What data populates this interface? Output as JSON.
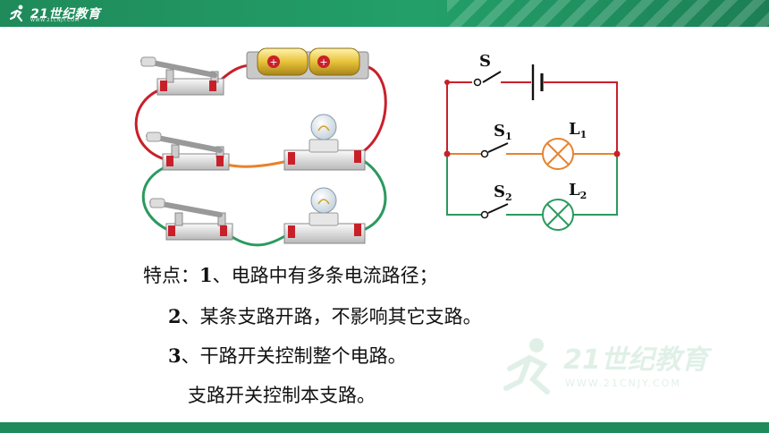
{
  "header": {
    "brand": "21世纪教育",
    "brand_sub": "WWW.21CNJY.COM"
  },
  "schematic": {
    "S": "S",
    "S1": "S",
    "S1_sub": "1",
    "S2": "S",
    "S2_sub": "2",
    "L1": "L",
    "L1_sub": "1",
    "L2": "L",
    "L2_sub": "2"
  },
  "features": {
    "line1_prefix": "特点：",
    "line1_num": "1",
    "line1_text": "、电路中有多条电流路径；",
    "line2_num": "2",
    "line2_text": "、某条支路开路，不影响其它支路。",
    "line3_num": "3",
    "line3_text": "、干路开关控制整个电路。",
    "line4_text": "支路开关控制本支路。"
  },
  "watermark": {
    "brand": "21世纪教育",
    "url": "WWW.21CNJY.COM"
  },
  "colors": {
    "header": "#1f8a5a",
    "wire_red": "#c8202a",
    "wire_orange": "#e8822e",
    "wire_green": "#2a9a5e"
  }
}
